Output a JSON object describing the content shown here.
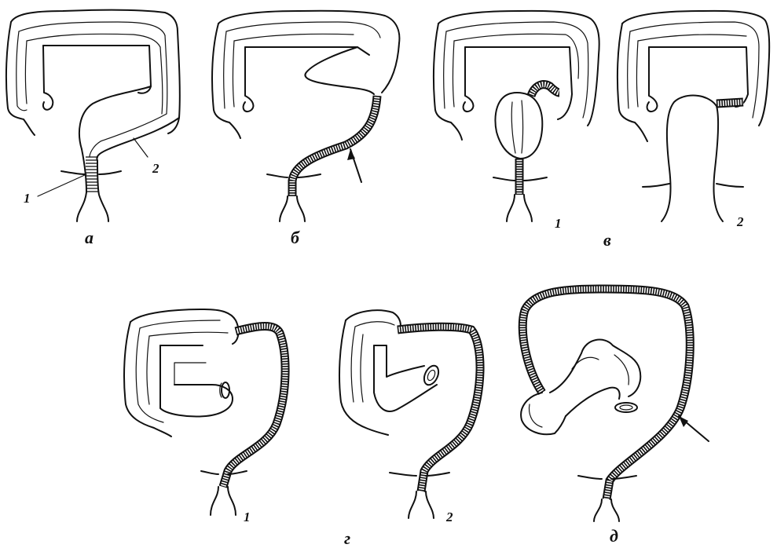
{
  "panels": [
    {
      "id": "a",
      "label": "а",
      "callouts": [
        "1",
        "2"
      ]
    },
    {
      "id": "b",
      "label": "б",
      "callouts": []
    },
    {
      "id": "v",
      "label": "в",
      "callouts": [
        "1",
        "2"
      ]
    },
    {
      "id": "g",
      "label": "г",
      "callouts": [
        "1",
        "2"
      ]
    },
    {
      "id": "d",
      "label": "д",
      "callouts": []
    }
  ]
}
